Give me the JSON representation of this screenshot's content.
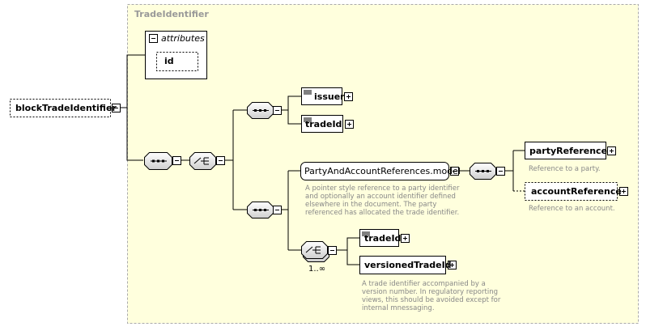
{
  "root": {
    "name": "blockTradeIdentifier"
  },
  "group": {
    "title": "TradeIdentifier"
  },
  "attributes": {
    "title": "attributes",
    "items": [
      "id"
    ]
  },
  "elements": {
    "issuer": "issuer",
    "tradeId_first": "tradeId",
    "model": "PartyAndAccountReferences.model",
    "partyReference": "partyReference",
    "accountReference": "accountReference",
    "tradeId_second": "tradeId",
    "versionedTradeId": "versionedTradeId"
  },
  "occurrence": "1..∞",
  "docs": {
    "model": "A pointer style reference to a party identifier and optionally an account identifier defined elsewhere in the document. The party referenced has allocated the trade identifier.",
    "partyReference": "Reference to a party.",
    "accountReference": "Reference to an account.",
    "versionedTradeId": "A trade identifier accompanied by a version number. In regulatory reporting views, this should be avoided except for internal mnessaging."
  },
  "colors": {
    "group_fill": "#ffffdd",
    "group_border": "#aaaaaa",
    "line": "#000000",
    "doc_text": "#888888"
  }
}
